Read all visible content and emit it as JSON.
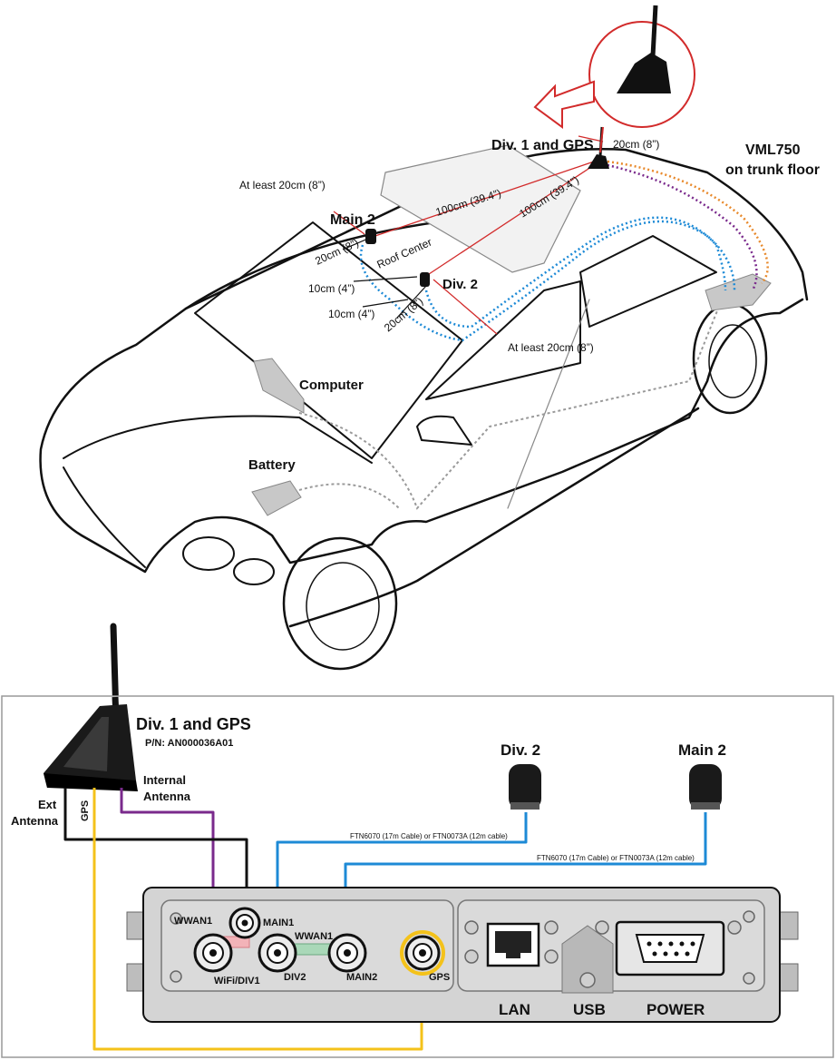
{
  "car_view": {
    "labels": {
      "div1_gps": "Div. 1 and GPS",
      "vml750_line1": "VML750",
      "vml750_line2": "on trunk floor",
      "main2": "Main 2",
      "div2": "Div. 2",
      "computer": "Computer",
      "battery": "Battery",
      "roof_center": "Roof Center"
    },
    "measurements": {
      "at_least_top": "At least 20cm (8”)",
      "at_least_bottom": "At least 20cm (8”)",
      "dist_100_a": "100cm (39.4”)",
      "dist_100_b": "100cm (39.4”)",
      "dist_20_top": "20cm (8”)",
      "dist_20_main2": "20cm (8”)",
      "dist_20_div2": "20cm (8”)",
      "dist_10_a": "10cm (4”)",
      "dist_10_b": "10cm (4”)"
    },
    "colors": {
      "cable_blue": "#1d8ad6",
      "cable_orange": "#e8892b",
      "cable_purple": "#7a2a8c",
      "measure_red": "#d22b2b",
      "callout_red": "#d22b2b"
    }
  },
  "connection_diagram": {
    "antenna": {
      "title": "Div. 1 and GPS",
      "part_number": "P/N: AN000036A01",
      "internal_label_line1": "Internal",
      "internal_label_line2": "Antenna",
      "ext_label_line1": "Ext",
      "ext_label_line2": "Antenna",
      "gps_cable_label": "GPS"
    },
    "div2_title": "Div. 2",
    "main2_title": "Main 2",
    "cable_div2": "FTN6070 (17m Cable) or FTN0073A (12m cable)",
    "cable_main2": "FTN6070 (17m Cable) or FTN0073A (12m cable)",
    "ports": {
      "wwan1_left": "WWAN1",
      "main1": "MAIN1",
      "wwan1_right": "WWAN1",
      "wifi_div1": "WiFi/DIV1",
      "div2": "DIV2",
      "main2": "MAIN2",
      "gps": "GPS",
      "lan": "LAN",
      "usb": "USB",
      "power": "POWER"
    },
    "colors": {
      "cable_purple": "#7a2a8c",
      "cable_black": "#111111",
      "cable_blue": "#1d8ad6",
      "cable_yellow": "#f4c21a",
      "link_pink": "#f2b3b8",
      "link_green": "#a9d8b8",
      "panel_grey": "#d4d4d4",
      "panel_dark": "#b8b8b8"
    }
  }
}
